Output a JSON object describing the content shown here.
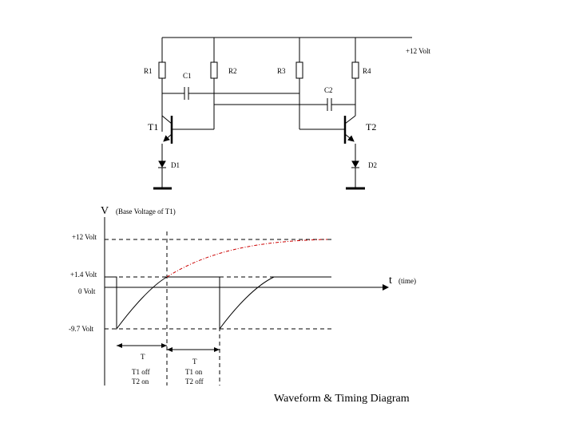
{
  "circuit": {
    "supply_label": "+12 Volt",
    "resistors": [
      "R1",
      "R2",
      "R3",
      "R4"
    ],
    "capacitors": [
      "C1",
      "C2"
    ],
    "transistors": [
      "T1",
      "T2"
    ],
    "diodes": [
      "D1",
      "D2"
    ]
  },
  "waveform": {
    "v_axis_label": "V",
    "v_axis_note": "(Base Voltage of T1)",
    "t_axis_label": "t",
    "t_axis_note": "(time)",
    "levels": [
      "+12 Volt",
      "+1.4 Volt",
      "0 Volt",
      "-9.7 Volt"
    ],
    "period_label": "T",
    "phase1": {
      "line1": "T1 off",
      "line2": "T2 on"
    },
    "phase2": {
      "line1": "T1 on",
      "line2": "T2 off"
    },
    "colors": {
      "trace": "#000000",
      "asymptote": "#cc0000"
    }
  },
  "title": "Waveform & Timing Diagram"
}
